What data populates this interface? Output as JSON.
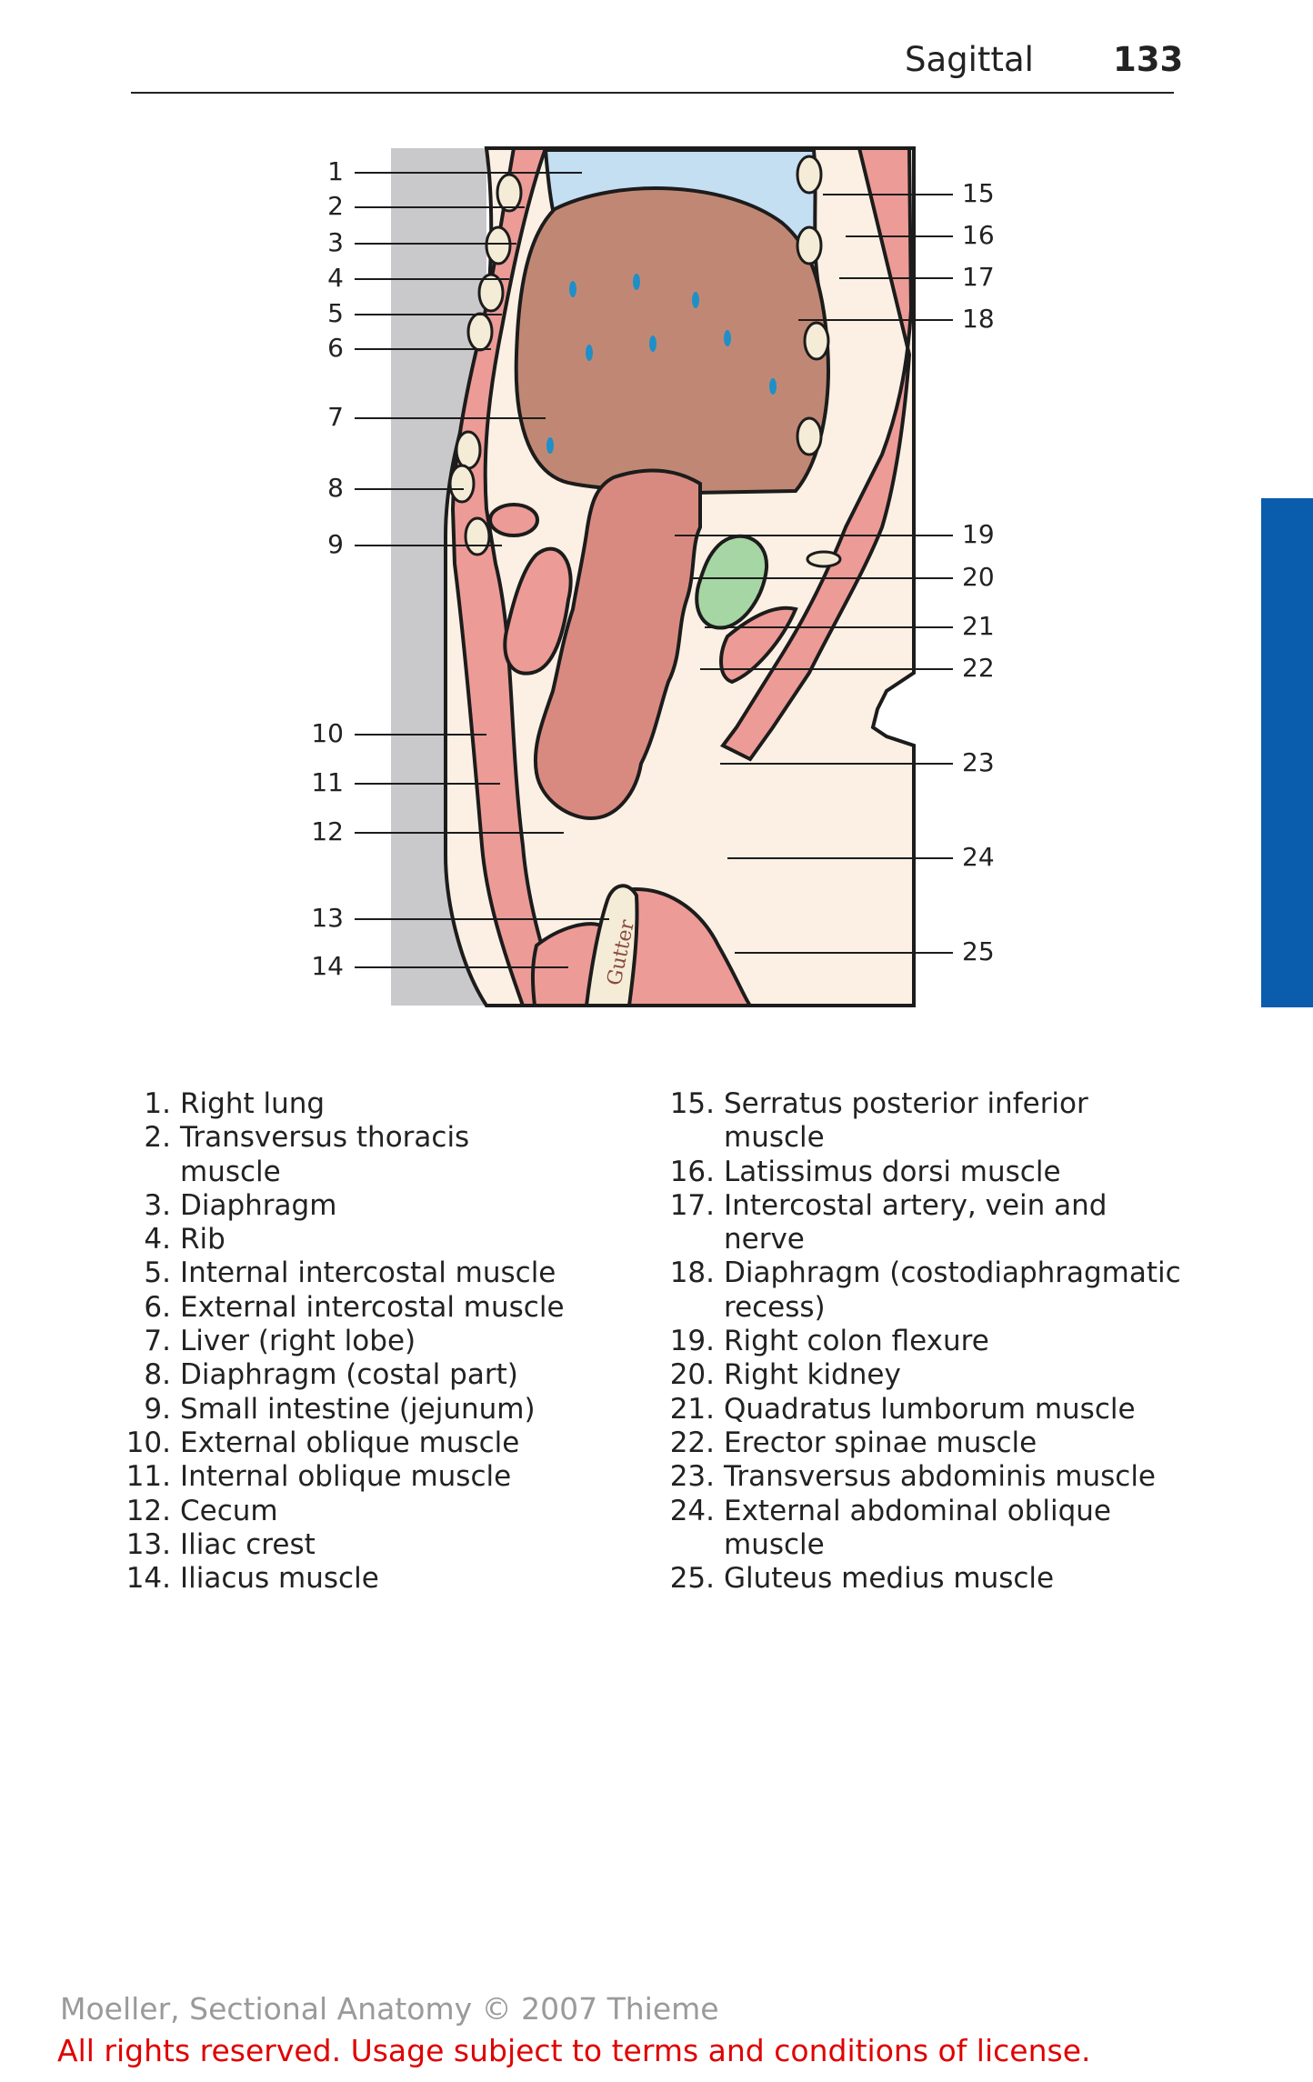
{
  "header": {
    "section_title": "Sagittal",
    "page_number": "133"
  },
  "colors": {
    "side_tab": "#0a5cad",
    "muscle": "#ec9b96",
    "liver": "#c08874",
    "lung": "#c4def2",
    "bowel": "#d98a80",
    "kidney": "#a6d6a4",
    "bone": "#f4ecd6",
    "fat": "#fbf0e3",
    "background_tissue": "#c9c9cc",
    "vessel": "#1f8fc8"
  },
  "figure": {
    "label_numbers": [
      "1",
      "2",
      "3",
      "4",
      "5",
      "6",
      "7",
      "8",
      "9",
      "10",
      "11",
      "12",
      "13",
      "14",
      "15",
      "16",
      "17",
      "18",
      "19",
      "20",
      "21",
      "22",
      "23",
      "24",
      "25"
    ],
    "signature": "Gutter"
  },
  "legend": {
    "left": [
      {
        "num": "1.",
        "text": "Right lung"
      },
      {
        "num": "2.",
        "text": "Transversus thoracis muscle"
      },
      {
        "num": "3.",
        "text": "Diaphragm"
      },
      {
        "num": "4.",
        "text": "Rib"
      },
      {
        "num": "5.",
        "text": "Internal intercostal muscle"
      },
      {
        "num": "6.",
        "text": "External intercostal muscle"
      },
      {
        "num": "7.",
        "text": "Liver (right lobe)"
      },
      {
        "num": "8.",
        "text": "Diaphragm (costal part)"
      },
      {
        "num": "9.",
        "text": "Small intestine (jejunum)"
      },
      {
        "num": "10.",
        "text": "External oblique muscle"
      },
      {
        "num": "11.",
        "text": "Internal oblique muscle"
      },
      {
        "num": "12.",
        "text": "Cecum"
      },
      {
        "num": "13.",
        "text": "Iliac crest"
      },
      {
        "num": "14.",
        "text": "Iliacus muscle"
      }
    ],
    "right": [
      {
        "num": "15.",
        "text": "Serratus posterior inferior muscle"
      },
      {
        "num": "16.",
        "text": "Latissimus dorsi muscle"
      },
      {
        "num": "17.",
        "text": "Intercostal artery, vein and nerve"
      },
      {
        "num": "18.",
        "text": "Diaphragm (costodiaphragmatic recess)"
      },
      {
        "num": "19.",
        "text": "Right colon flexure"
      },
      {
        "num": "20.",
        "text": "Right kidney"
      },
      {
        "num": "21.",
        "text": "Quadratus lumborum muscle"
      },
      {
        "num": "22.",
        "text": "Erector spinae muscle"
      },
      {
        "num": "23.",
        "text": "Transversus abdominis muscle"
      },
      {
        "num": "24.",
        "text": "External abdominal oblique muscle"
      },
      {
        "num": "25.",
        "text": "Gluteus medius muscle"
      }
    ]
  },
  "footer": {
    "copyright": "Moeller, Sectional Anatomy © 2007 Thieme",
    "rights": "All rights reserved. Usage subject to terms and conditions of license."
  }
}
